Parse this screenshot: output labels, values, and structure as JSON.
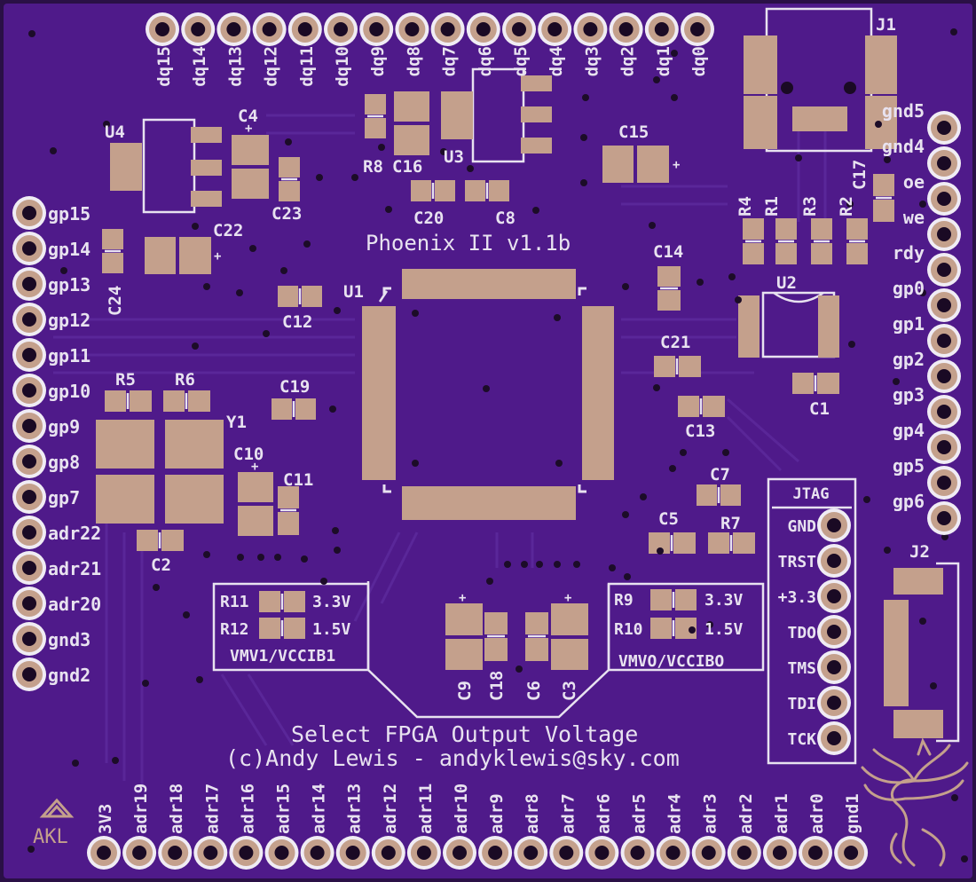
{
  "colors": {
    "board": "#4f1a8a",
    "board_dark": "#3d1370",
    "trace": "#5a2596",
    "silk": "#e8e2f0",
    "copper": "#c4a08c",
    "pad_ring": "#f0ecf4",
    "pad_hole": "#1a0a24",
    "via": "#1c0c28"
  },
  "header_top": [
    "dq15",
    "dq14",
    "dq13",
    "dq12",
    "dq11",
    "dq10",
    "dq9",
    "dq8",
    "dq7",
    "dq6",
    "dq5",
    "dq4",
    "dq3",
    "dq2",
    "dq1",
    "dq0"
  ],
  "header_left": [
    "gp15",
    "gp14",
    "gp13",
    "gp12",
    "gp11",
    "gp10",
    "gp9",
    "gp8",
    "gp7",
    "adr22",
    "adr21",
    "adr20",
    "gnd3",
    "gnd2"
  ],
  "header_right": [
    "gnd5",
    "gnd4",
    "oe",
    "we",
    "rdy",
    "gp0",
    "gp1",
    "gp2",
    "gp3",
    "gp4",
    "gp5",
    "gp6"
  ],
  "header_bottom": [
    "3V3",
    "adr19",
    "adr18",
    "adr17",
    "adr16",
    "adr15",
    "adr14",
    "adr13",
    "adr12",
    "adr11",
    "adr10",
    "adr9",
    "adr8",
    "adr7",
    "adr6",
    "adr5",
    "adr4",
    "adr3",
    "adr2",
    "adr1",
    "adr0",
    "gnd1"
  ],
  "jtag": {
    "title": "JTAG",
    "pins": [
      "GND",
      "TRST",
      "+3.3",
      "TDO",
      "TMS",
      "TDI",
      "TCK"
    ]
  },
  "board_title": "Phoenix II  v1.1b",
  "select_caption": "Select FPGA Output Voltage",
  "copyright": "(c)Andy Lewis - andyklewis@sky.com",
  "logo_text": "AKL",
  "vsel_left": {
    "r_top": "R11",
    "v_top": "3.3V",
    "r_bot": "R12",
    "v_bot": "1.5V",
    "caption": "VMV1/VCCIB1"
  },
  "vsel_right": {
    "r_top": "R9",
    "v_top": "3.3V",
    "r_bot": "R10",
    "v_bot": "1.5V",
    "caption": "VMVO/VCCIBO"
  },
  "labels": {
    "U1": "U1",
    "U2": "U2",
    "U3": "U3",
    "U4": "U4",
    "J1": "J1",
    "J2": "J2",
    "Y1": "Y1",
    "C1": "C1",
    "C2": "C2",
    "C3": "C3",
    "C4": "C4",
    "C5": "C5",
    "C6": "C6",
    "C7": "C7",
    "C8": "C8",
    "C9": "C9",
    "C10": "C10",
    "C11": "C11",
    "C12": "C12",
    "C13": "C13",
    "C14": "C14",
    "C15": "C15",
    "C16": "C16",
    "C17": "C17",
    "C18": "C18",
    "C19": "C19",
    "C20": "C20",
    "C21": "C21",
    "C22": "C22",
    "C23": "C23",
    "C24": "C24",
    "R1": "R1",
    "R2": "R2",
    "R3": "R3",
    "R4": "R4",
    "R5": "R5",
    "R6": "R6",
    "R7": "R7",
    "R8": "R8"
  }
}
